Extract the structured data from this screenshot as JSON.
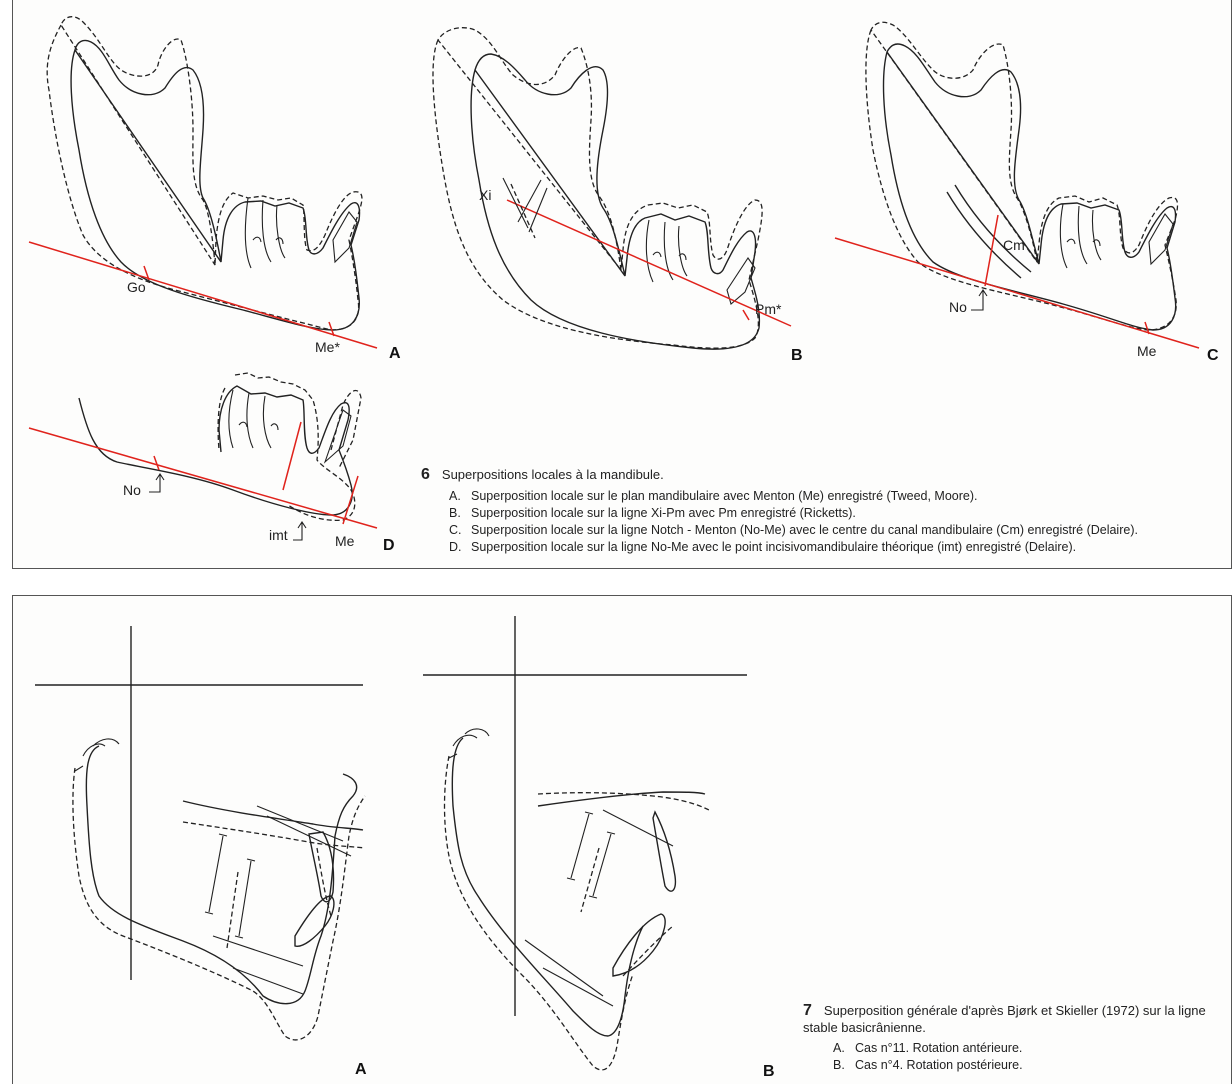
{
  "figure6": {
    "number": "6",
    "title": "Superpositions locales à la mandibule.",
    "items": [
      {
        "letter": "A.",
        "text": "Superposition locale sur le plan mandibulaire avec Menton (Me) enregistré (Tweed, Moore)."
      },
      {
        "letter": "B.",
        "text": "Superposition locale sur la ligne Xi-Pm avec Pm enregistré (Ricketts)."
      },
      {
        "letter": "C.",
        "text": "Superposition locale sur la ligne Notch - Menton (No-Me) avec le centre du canal mandibulaire (Cm) enregistré (Delaire)."
      },
      {
        "letter": "D.",
        "text": "Superposition locale sur la ligne No-Me avec le point incisivomandibulaire théorique (imt) enregistré (Delaire)."
      }
    ],
    "panels": {
      "A": {
        "label": "A",
        "points": [
          "Go",
          "Me*"
        ]
      },
      "B": {
        "label": "B",
        "points": [
          "Xi",
          "Pm*"
        ]
      },
      "C": {
        "label": "C",
        "points": [
          "Cm",
          "No",
          "Me"
        ]
      },
      "D": {
        "label": "D",
        "points": [
          "No",
          "imt",
          "Me"
        ]
      }
    },
    "line_color": "#e0231c"
  },
  "figure7": {
    "number": "7",
    "title": "Superposition générale d'après Bjørk et Skieller (1972) sur la ligne stable basicrânienne.",
    "items": [
      {
        "letter": "A.",
        "text": "Cas n°11. Rotation antérieure."
      },
      {
        "letter": "B.",
        "text": "Cas n°4. Rotation postérieure."
      }
    ],
    "panels": {
      "A": {
        "label": "A"
      },
      "B": {
        "label": "B"
      }
    }
  }
}
